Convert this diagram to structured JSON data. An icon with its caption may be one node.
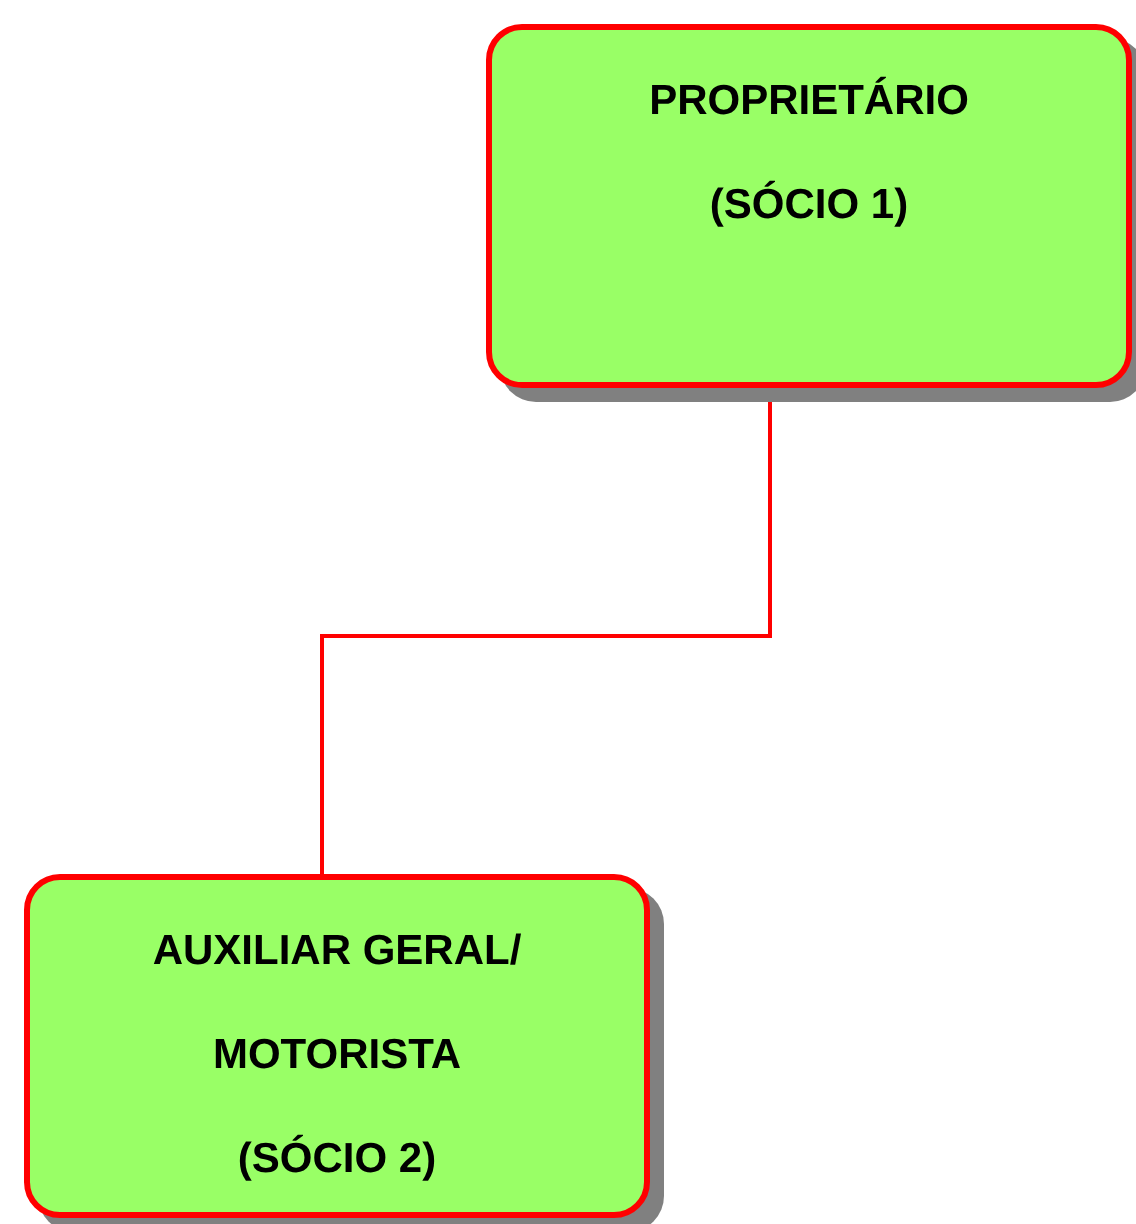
{
  "diagram": {
    "nodes": [
      {
        "text": [
          "PROPRIETÁRIO (SÓCIO 1)"
        ]
      },
      {
        "text": [
          "AUXILIAR GERAL/ MOTORISTA (SÓCIO 2)"
        ]
      }
    ],
    "edges": [
      {
        "from": 0,
        "to": 1,
        "arrow": "none"
      }
    ]
  }
}
